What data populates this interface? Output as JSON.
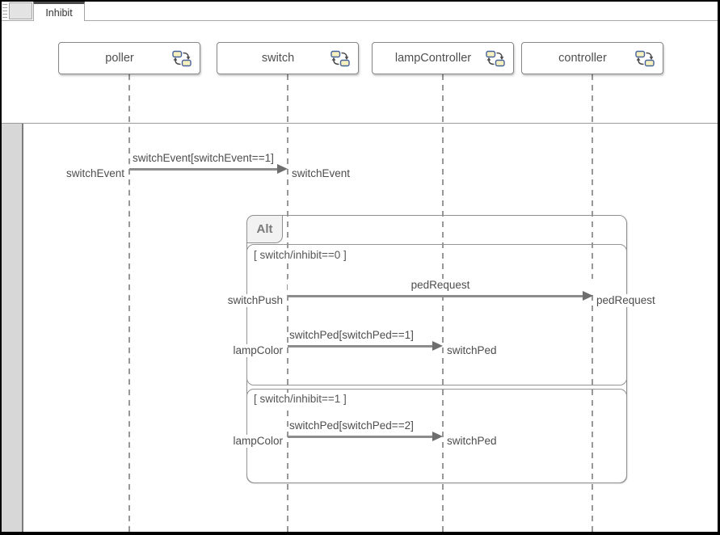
{
  "tab_bar": {
    "active_tab": "Inhibit"
  },
  "lifelines": [
    {
      "name": "poller"
    },
    {
      "name": "switch"
    },
    {
      "name": "lampController"
    },
    {
      "name": "controller"
    }
  ],
  "messages": [
    {
      "from": "poller",
      "to": "switch",
      "label": "switchEvent[switchEvent==1]",
      "source_label": "switchEvent",
      "target_label": "switchEvent"
    },
    {
      "from": "switch",
      "to": "controller",
      "label": "pedRequest",
      "source_label": "switchPush",
      "target_label": "pedRequest"
    },
    {
      "from": "switch",
      "to": "lampController",
      "label": "switchPed[switchPed==1]",
      "source_label": "lampColor",
      "target_label": "switchPed"
    },
    {
      "from": "switch",
      "to": "lampController",
      "label": "switchPed[switchPed==2]",
      "source_label": "lampColor",
      "target_label": "switchPed"
    }
  ],
  "fragment": {
    "operator": "Alt",
    "operands": [
      {
        "guard": "[ switch/inhibit==0 ]"
      },
      {
        "guard": "[ switch/inhibit==1 ]"
      }
    ]
  },
  "colors": {
    "message_line": "#8c8c8c",
    "arrowhead": "#6e6e6e",
    "lifeline_dash": "#989898",
    "fragment_border": "#8f8f8f",
    "fragment_title_bg": "#f2f2f2",
    "text": "#4d4d4d",
    "active_tab_top": "#4b4b4b",
    "gutter_bg": "#d7d7d7",
    "stateflow_icon_fill": "#f6efbe",
    "stateflow_icon_stroke": "#46629b"
  }
}
